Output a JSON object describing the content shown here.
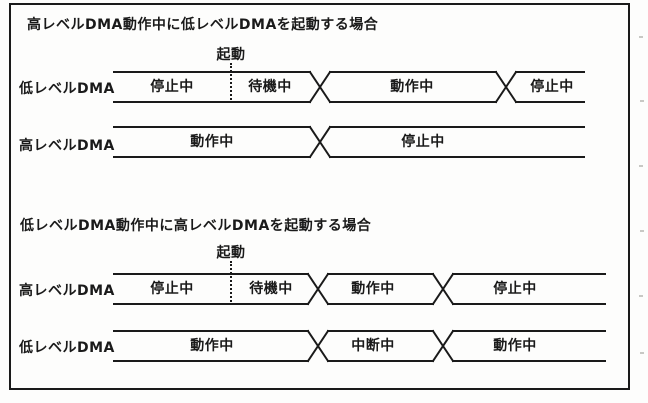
{
  "colors": {
    "ink": "#1a1a1a",
    "paper": "#fdfdfc"
  },
  "diagrams": [
    {
      "title": "高レベルDMA動作中に低レベルDMAを起動する場合",
      "trigger": "起動",
      "rows": [
        {
          "signal": "低レベルDMA",
          "states": [
            "停止中",
            "待機中",
            "動作中",
            "停止中"
          ]
        },
        {
          "signal": "高レベルDMA",
          "states": [
            "動作中",
            "停止中"
          ]
        }
      ]
    },
    {
      "title": "低レベルDMA動作中に高レベルDMAを起動する場合",
      "trigger": "起動",
      "rows": [
        {
          "signal": "高レベルDMA",
          "states": [
            "停止中",
            "待機中",
            "動作中",
            "停止中"
          ]
        },
        {
          "signal": "低レベルDMA",
          "states": [
            "動作中",
            "中断中",
            "動作中"
          ]
        }
      ]
    }
  ]
}
